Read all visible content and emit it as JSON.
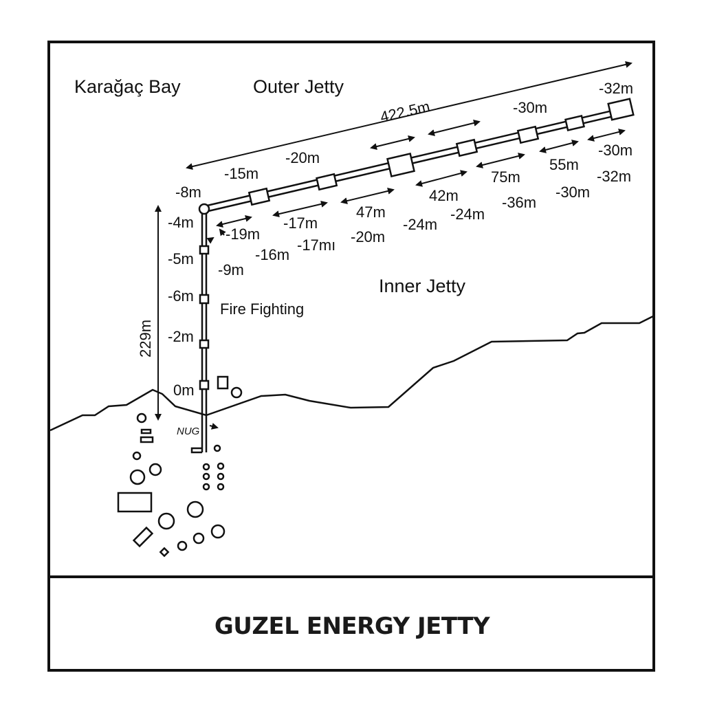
{
  "title": "GUZEL ENERGY JETTY",
  "area_labels": {
    "bay": "Karağaç Bay",
    "outer_jetty": "Outer Jetty",
    "inner_jetty": "Inner Jetty",
    "fire_fighting": "Fire Fighting",
    "shore_mark": "NUG"
  },
  "dimensions": {
    "outer_total_length": "422.5m",
    "trestle_length": "229m"
  },
  "trestle_depths": [
    "-8m",
    "-4m",
    "-5m",
    "-6m",
    "-2m",
    "0m"
  ],
  "outer_depths_above": [
    "-15m",
    "-20m",
    "-30m",
    "-32m"
  ],
  "segment_labels": [
    "-19m",
    "-9m",
    "-17m",
    "-16m",
    "-17mı",
    "47m",
    "-20m",
    "42m",
    "-24m",
    "-24m",
    "75m",
    "-36m",
    "55m",
    "-30m",
    "-30m",
    "-32m"
  ]
}
